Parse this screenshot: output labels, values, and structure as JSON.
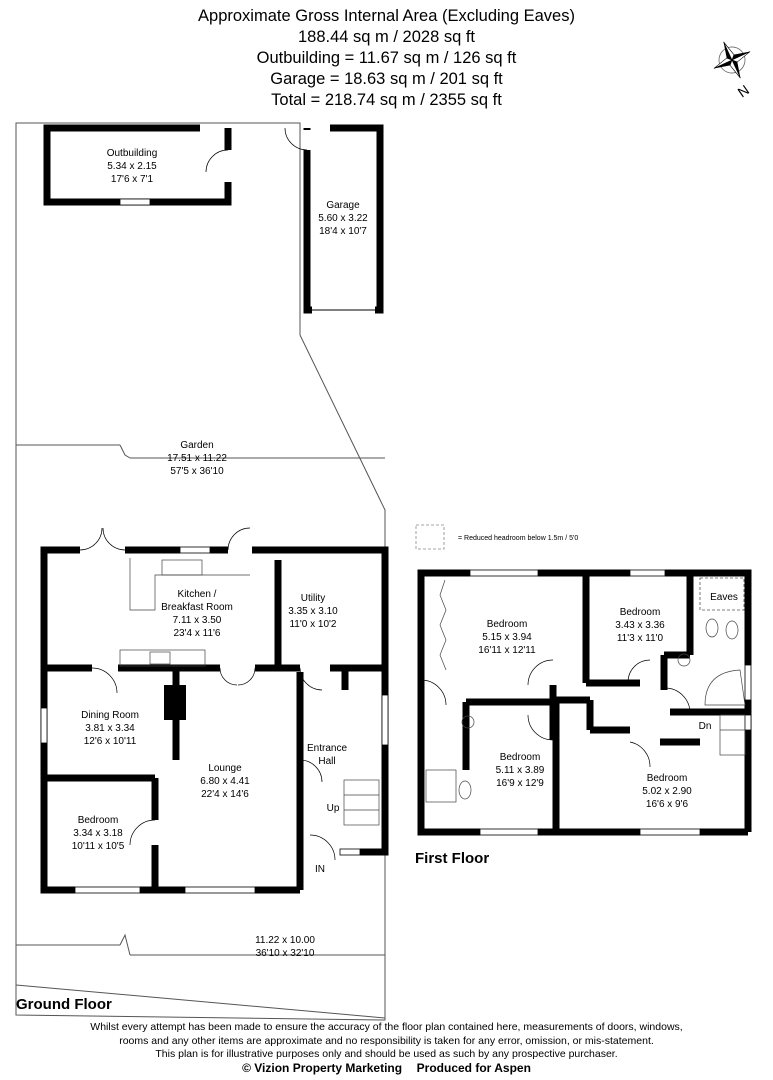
{
  "header": {
    "title": "Approximate Gross Internal Area (Excluding Eaves)",
    "main_area": "188.44 sq m / 2028 sq ft",
    "outbuilding_area": "Outbuilding = 11.67 sq m / 126 sq ft",
    "garage_area": "Garage = 18.63 sq m / 201 sq ft",
    "total_area": "Total = 218.74 sq m / 2355 sq ft"
  },
  "compass": {
    "icon": "compass-rose-icon",
    "label": "N"
  },
  "ground_floor": {
    "label": "Ground Floor",
    "rooms": {
      "outbuilding": {
        "name": "Outbuilding",
        "metric": "5.34 x 2.15",
        "imperial": "17'6 x 7'1"
      },
      "garage": {
        "name": "Garage",
        "metric": "5.60 x 3.22",
        "imperial": "18'4 x 10'7"
      },
      "garden": {
        "name": "Garden",
        "metric": "17.51 x 11.22",
        "imperial": "57'5 x 36'10"
      },
      "kitchen": {
        "name1": "Kitchen /",
        "name2": "Breakfast Room",
        "metric": "7.11 x 3.50",
        "imperial": "23'4 x 11'6"
      },
      "utility": {
        "name": "Utility",
        "metric": "3.35 x 3.10",
        "imperial": "11'0 x 10'2"
      },
      "dining": {
        "name": "Dining Room",
        "metric": "3.81 x 3.34",
        "imperial": "12'6 x 10'11"
      },
      "lounge": {
        "name": "Lounge",
        "metric": "6.80 x 4.41",
        "imperial": "22'4 x 14'6"
      },
      "entrance": {
        "name1": "Entrance",
        "name2": "Hall"
      },
      "bedroom": {
        "name": "Bedroom",
        "metric": "3.34 x 3.18",
        "imperial": "10'11 x 10'5"
      },
      "front_garden": {
        "metric": "11.22 x 10.00",
        "imperial": "36'10 x 32'10"
      }
    },
    "stairs_label": "Up",
    "entry_label": "IN"
  },
  "first_floor": {
    "label": "First Floor",
    "legend": "= Reduced headroom below 1.5m / 5'0",
    "rooms": {
      "bedroom1": {
        "name": "Bedroom",
        "metric": "5.15 x 3.94",
        "imperial": "16'11 x 12'11"
      },
      "bedroom2": {
        "name": "Bedroom",
        "metric": "3.43 x 3.36",
        "imperial": "11'3 x 11'0"
      },
      "bedroom3": {
        "name": "Bedroom",
        "metric": "5.11 x 3.89",
        "imperial": "16'9 x 12'9"
      },
      "bedroom4": {
        "name": "Bedroom",
        "metric": "5.02 x 2.90",
        "imperial": "16'6 x 9'6"
      },
      "eaves": {
        "name": "Eaves"
      }
    },
    "stairs_label": "Dn"
  },
  "disclaimer": {
    "line1": "Whilst every attempt has been made to ensure the accuracy of the floor plan contained here, measurements of doors, windows,",
    "line2": "rooms and any other items are approximate and no responsibility is taken for any error, omission, or mis-statement.",
    "line3": "This plan is for illustrative purposes only and should be used as such by any prospective purchaser.",
    "copyright": "© Vizion Property Marketing",
    "produced": "Produced for Aspen"
  }
}
